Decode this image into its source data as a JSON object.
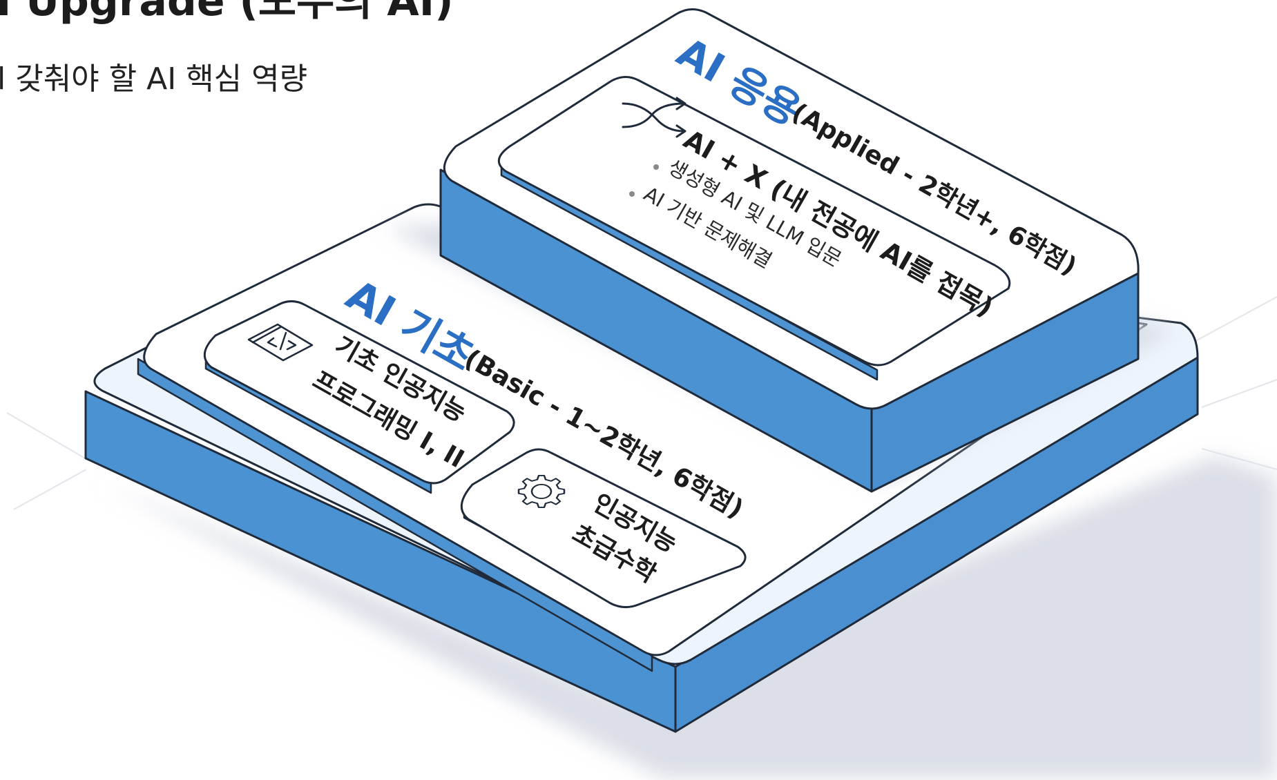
{
  "title": "I Upgrade (모두의 AI)",
  "subtitle": "l 갖춰야 할 AI 핵심 역량",
  "applied_tier": {
    "name": "AI 응용",
    "detail": "(Applied - 2학년+, 6학점)",
    "card": {
      "icon": "shuffle-arrows-icon",
      "heading": "AI + X (내 전공에 AI를 접목)",
      "bullets": [
        "생성형 AI 및 LLM 입문",
        "AI 기반 문제해결"
      ]
    }
  },
  "basic_tier": {
    "name": "AI 기초",
    "detail": "(Basic - 1~2학년, 6학점)",
    "cards": [
      {
        "icon": "code-window-icon",
        "lines": [
          "기초 인공지능",
          "프로그래밍 I, II"
        ]
      },
      {
        "icon": "gear-icon",
        "lines": [
          "인공지능",
          "초급수학"
        ]
      }
    ]
  },
  "colors": {
    "accent": "#2a6fc4",
    "slab_side": "#4e94d3",
    "top_face": "#ffffff",
    "shadow": "#dcdfe7"
  }
}
